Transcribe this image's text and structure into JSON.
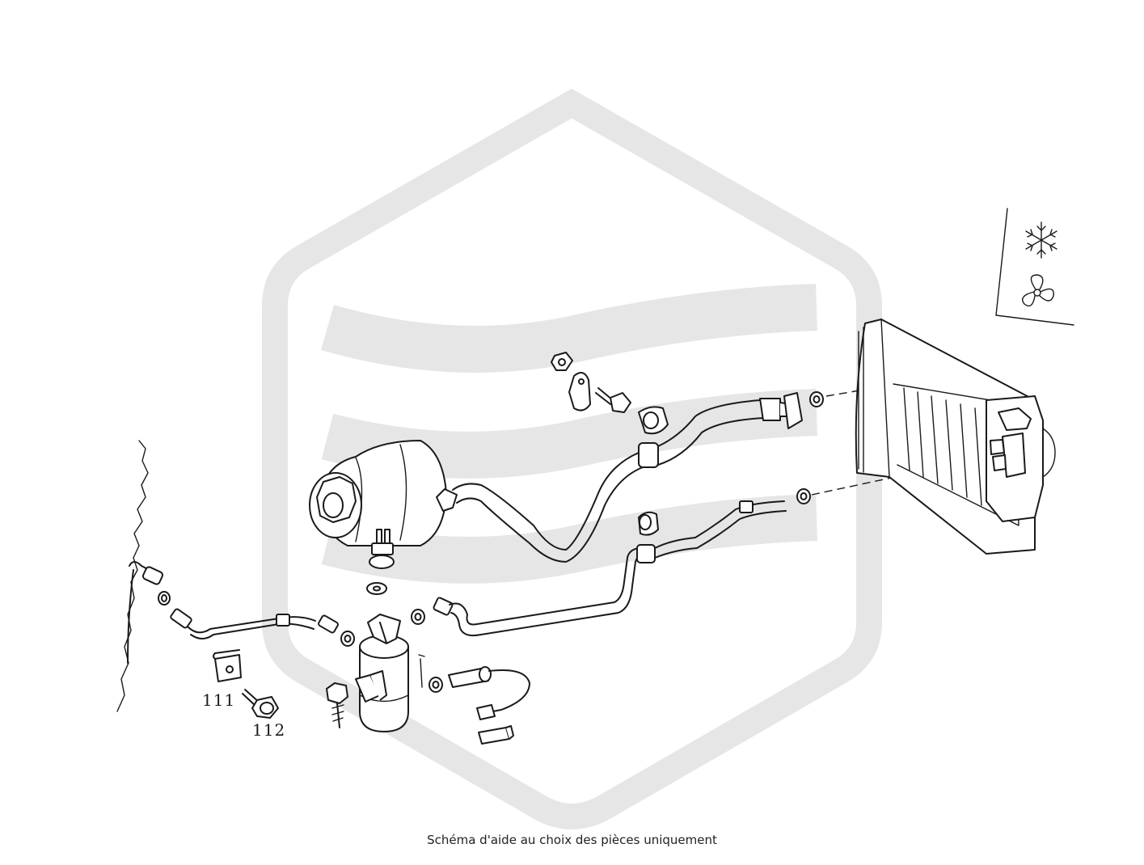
{
  "diagram": {
    "part_labels": [
      "111",
      "112"
    ],
    "icons": [
      "snowflake-icon",
      "fan-icon"
    ],
    "watermark": "brand-hexagon-logo"
  },
  "caption": "Schéma d'aide au choix des pièces uniquement",
  "colors": {
    "line": "#1a1a1a",
    "watermark": "#e6e6e6",
    "background": "#ffffff"
  }
}
